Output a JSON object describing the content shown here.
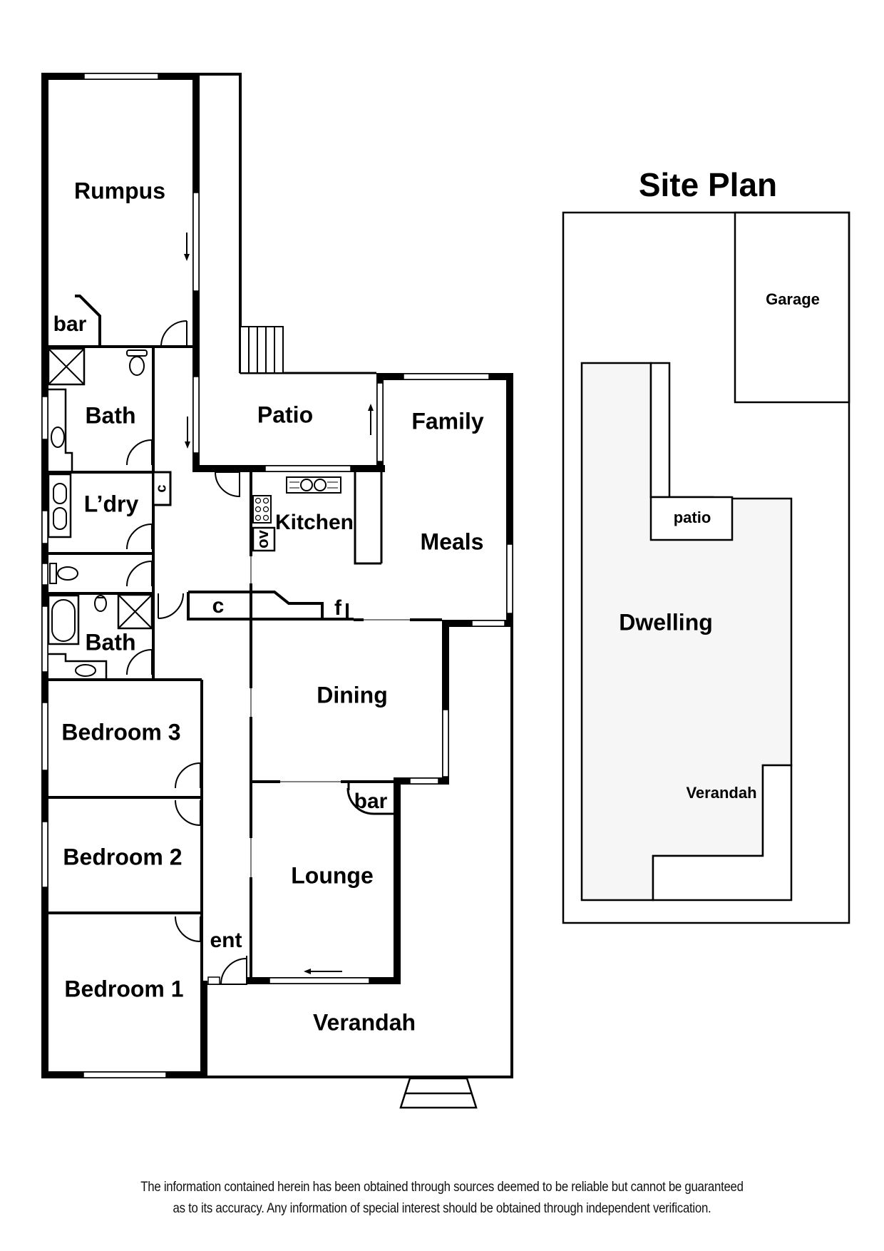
{
  "floor_plan": {
    "rooms": {
      "rumpus": "Rumpus",
      "bar_top": "bar",
      "bath_upper": "Bath",
      "laundry": "L’dry",
      "cupboard_hall": "c",
      "patio": "Patio",
      "family": "Family",
      "kitchen": "Kitchen",
      "oven": "ov",
      "meals": "Meals",
      "cupboard_linen": "c",
      "fridge": "f",
      "bath_lower": "Bath",
      "dining": "Dining",
      "bedroom3": "Bedroom 3",
      "bar_lounge": "bar",
      "bedroom2": "Bedroom 2",
      "lounge": "Lounge",
      "entry": "ent",
      "bedroom1": "Bedroom 1",
      "verandah": "Verandah"
    }
  },
  "site_plan": {
    "title": "Site Plan",
    "labels": {
      "garage": "Garage",
      "patio": "patio",
      "dwelling": "Dwelling",
      "verandah": "Verandah"
    }
  },
  "disclaimer": {
    "line1": "The information contained herein has been obtained through sources deemed to be reliable but cannot be guaranteed",
    "line2": "as to its accuracy.  Any information of special interest should be obtained through independent verification."
  }
}
